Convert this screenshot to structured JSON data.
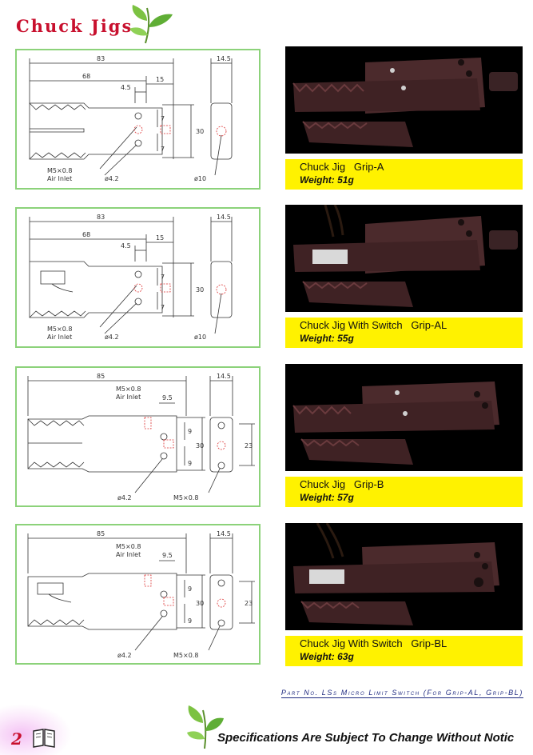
{
  "header": {
    "title": "Chuck Jigs"
  },
  "colors": {
    "title": "#c8102e",
    "panel_border": "#8cd27a",
    "caption_bg": "#fff200",
    "part_no": "#1f2a80"
  },
  "grips": [
    {
      "name": "Chuck Jig   Grip-A",
      "weight": "Weight: 51g",
      "dims": {
        "overall": "83",
        "width": "14.5",
        "tip": "68",
        "d1": "4.5",
        "d2": "15",
        "d3": "7",
        "d4": "7",
        "height": "30",
        "thread": "M5×0.8",
        "inlet": "Air Inlet",
        "hole": "ø4.2",
        "bore": "ø10"
      }
    },
    {
      "name": "Chuck Jig With Switch   Grip-AL",
      "weight": "Weight: 55g",
      "dims": {
        "overall": "83",
        "width": "14.5",
        "tip": "68",
        "d1": "4.5",
        "d2": "15",
        "d3": "7",
        "d4": "7",
        "height": "30",
        "thread": "M5×0.8",
        "inlet": "Air Inlet",
        "hole": "ø4.2",
        "bore": "ø10"
      }
    },
    {
      "name": "Chuck Jig   Grip-B",
      "weight": "Weight: 57g",
      "dims": {
        "overall": "85",
        "width": "14.5",
        "thread_top": "M5×0.8",
        "inlet": "Air Inlet",
        "d1": "9.5",
        "d2": "9",
        "d3": "9",
        "height": "30",
        "height2": "23",
        "hole": "ø4.2",
        "thread_bottom": "M5×0.8"
      }
    },
    {
      "name": "Chuck Jig With Switch   Grip-BL",
      "weight": "Weight: 63g",
      "dims": {
        "overall": "85",
        "width": "14.5",
        "thread_top": "M5×0.8",
        "inlet": "Air Inlet",
        "d1": "9.5",
        "d2": "9",
        "d3": "9",
        "height": "30",
        "height2": "23",
        "hole": "ø4.2",
        "thread_bottom": "M5×0.8"
      }
    }
  ],
  "part_note": "Part No. LSs Micro Limit Switch (For Grip-AL, Grip-BL)",
  "footer": {
    "page": "2",
    "notice": "Specifications Are Subject To Change Without Notic"
  },
  "icons": {
    "header": "leaf-icon",
    "page": "open-book-icon",
    "footer": "leaf-icon"
  }
}
